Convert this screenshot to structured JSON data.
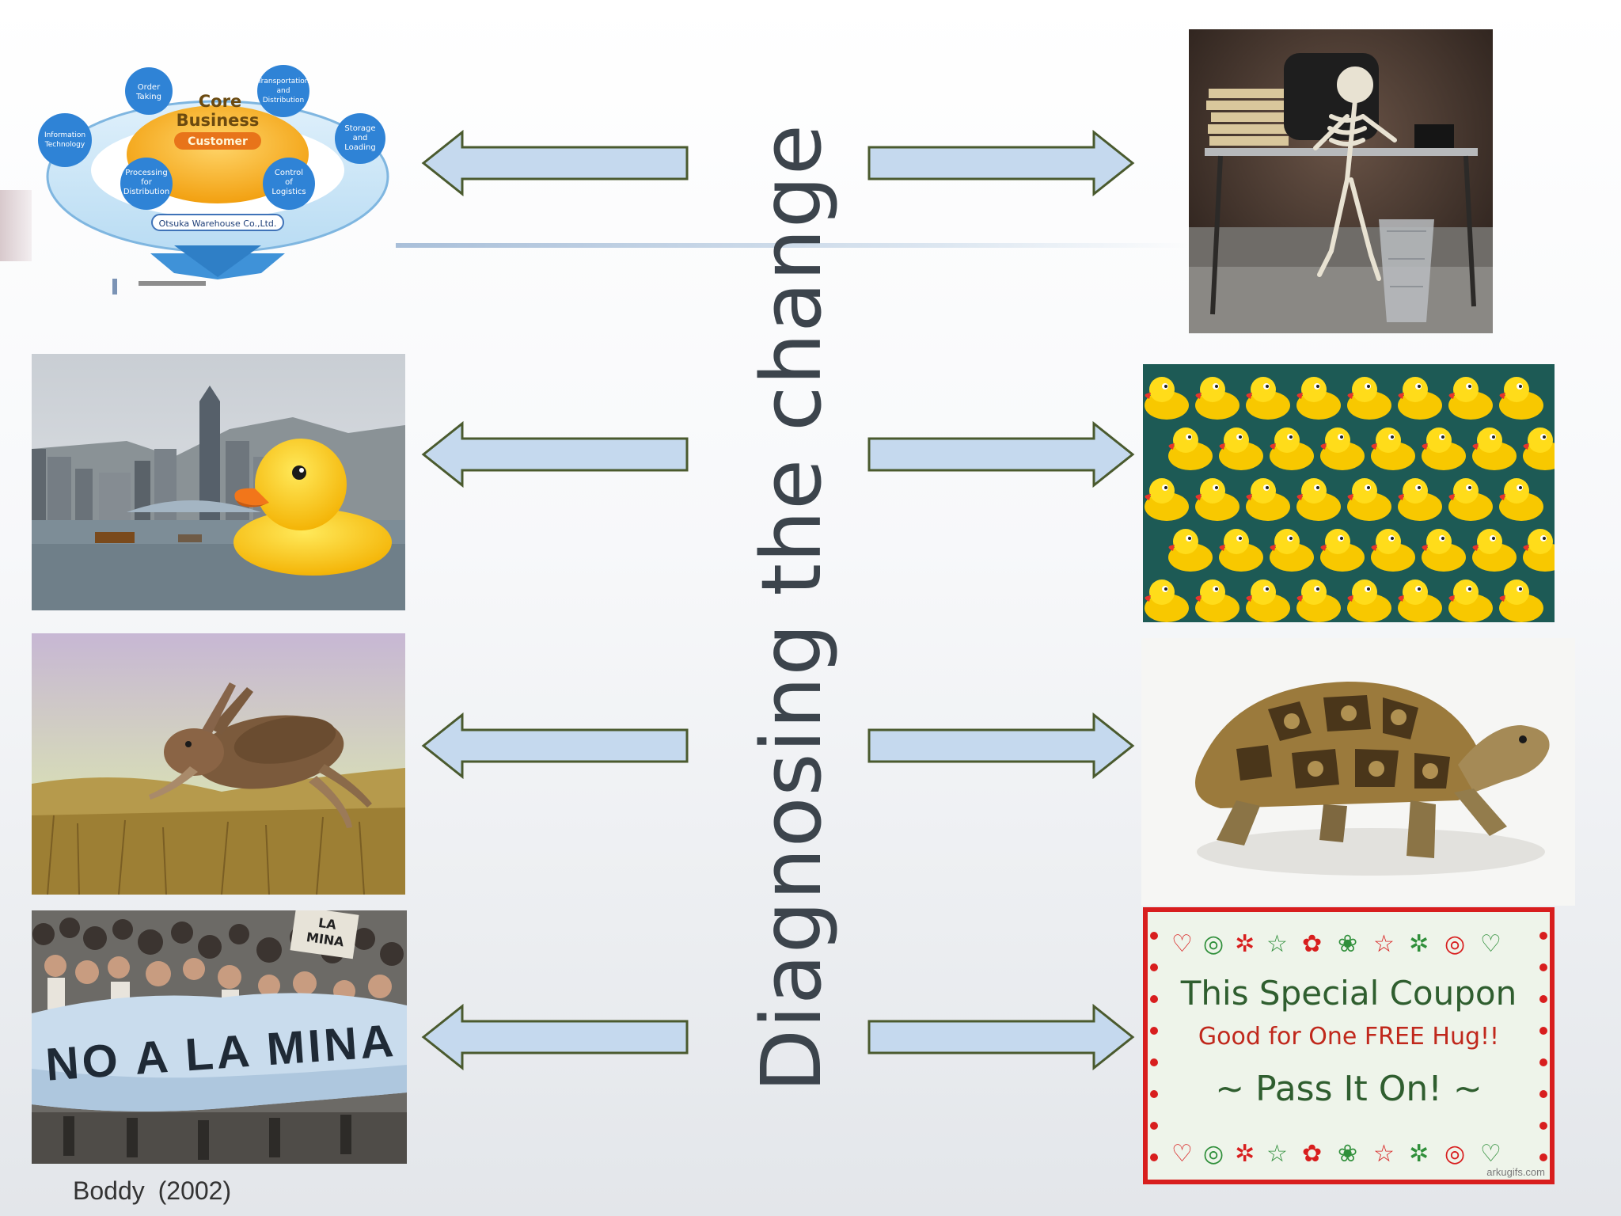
{
  "title": "Diagnosing the change",
  "citation": "Boddy  (2002)",
  "diagram": {
    "core": "Core",
    "business": "Business",
    "customer": "Customer",
    "order": [
      "Order",
      "Taking"
    ],
    "transport": [
      "Transportation",
      "and",
      "Distribution"
    ],
    "storage": [
      "Storage",
      "and",
      "Loading"
    ],
    "control": [
      "Control",
      "of",
      "Logistics"
    ],
    "processing": [
      "Processing",
      "for",
      "Distribution"
    ],
    "info": [
      "Information",
      "Technology"
    ],
    "company": "Otsuka Warehouse Co.,Ltd."
  },
  "banner": "NO A LA MINA",
  "sign": [
    "LA",
    "MINA"
  ],
  "coupon": {
    "line1": "This Special Coupon",
    "line2": "Good for One FREE Hug!!",
    "line3": "~ Pass It On! ~",
    "credit": "arkugifs.com"
  },
  "colors": {
    "arrow_fill": "#c5d9ee",
    "arrow_stroke": "#4a5a2e",
    "title": "#3c444c"
  }
}
